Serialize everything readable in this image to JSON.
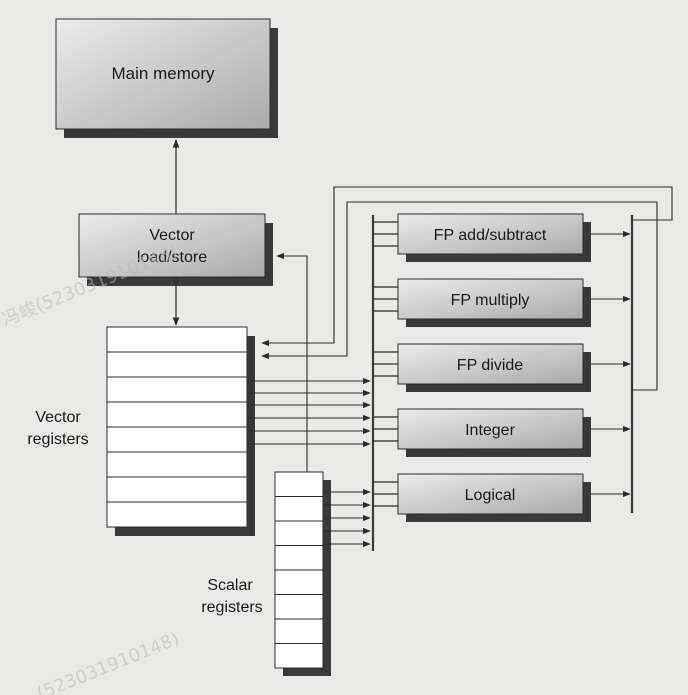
{
  "diagram": {
    "main_memory": "Main memory",
    "vector_load_store": [
      "Vector",
      "load/store"
    ],
    "functional_units": [
      "FP add/subtract",
      "FP multiply",
      "FP divide",
      "Integer",
      "Logical"
    ],
    "vector_registers_label": [
      "Vector",
      "registers"
    ],
    "scalar_registers_label": [
      "Scalar",
      "registers"
    ]
  },
  "watermark": {
    "text_upper": "冯峻(5230319​10148)",
    "text_lower": "(523031910148)"
  },
  "colors": {
    "box_fill_light": "#e6e6e6",
    "box_fill_dark": "#a9a9a9",
    "shadow": "#3a3a3a",
    "line": "#2b2b2b",
    "background": "#e9e9e7"
  }
}
